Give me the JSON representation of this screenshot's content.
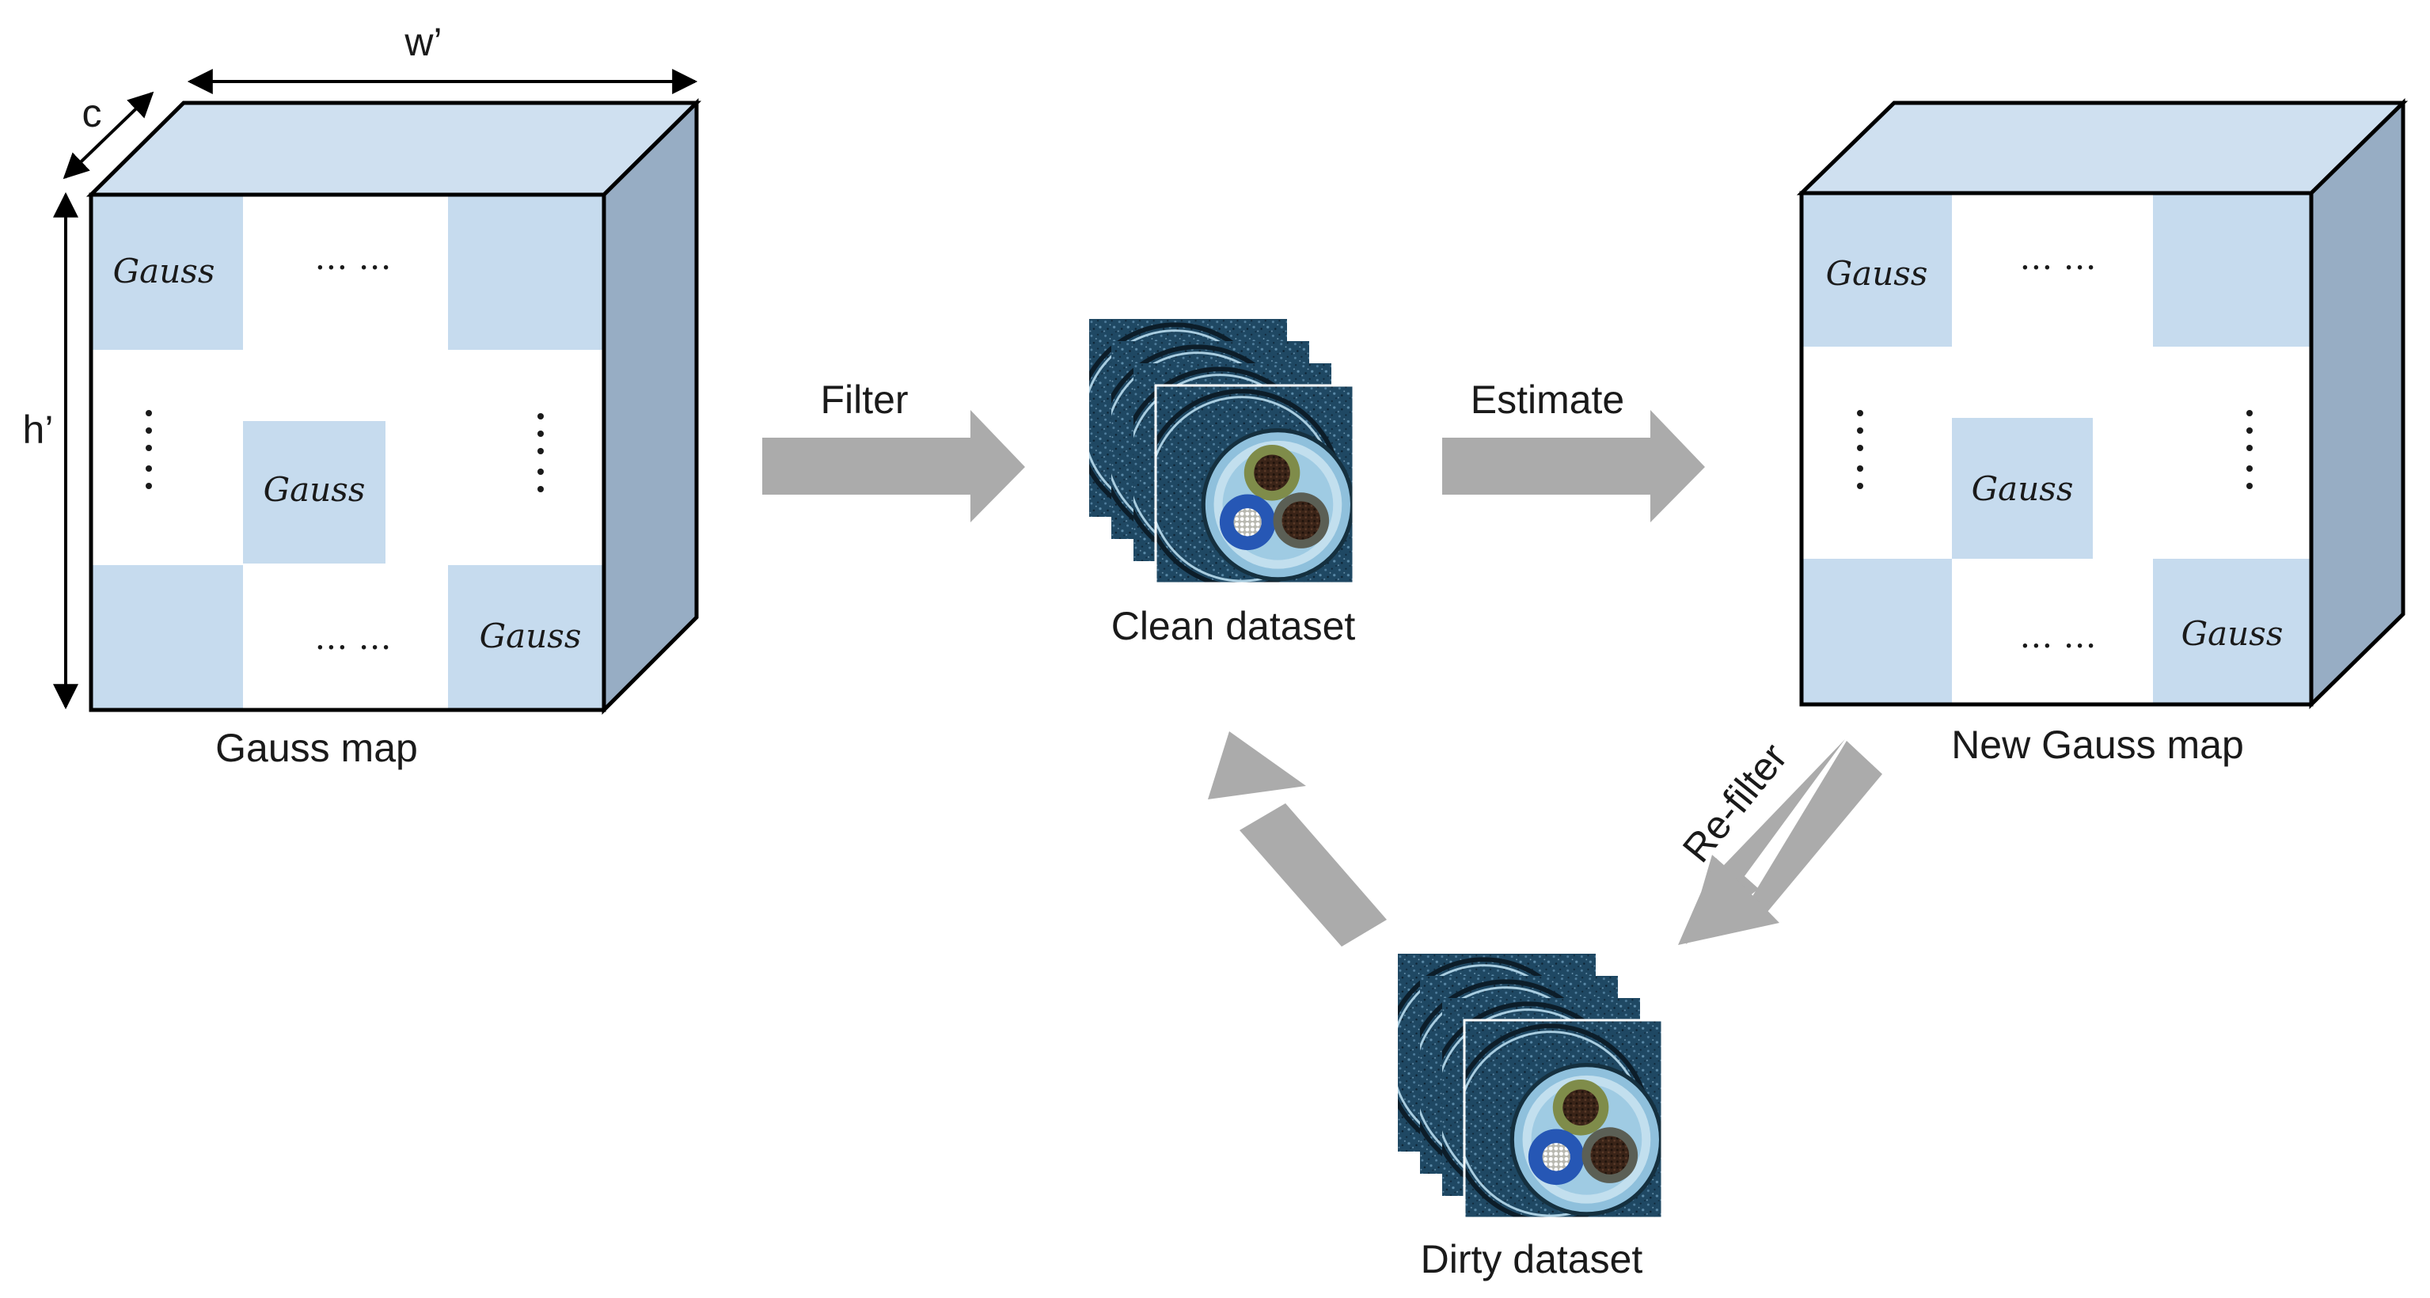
{
  "labels": {
    "width": "w’",
    "channel": "c",
    "height": "h’",
    "gauss_map": "Gauss map",
    "new_gauss_map": "New Gauss map",
    "filter": "Filter",
    "estimate": "Estimate",
    "refilter": "Re-filter",
    "clean_dataset": "Clean dataset",
    "dirty_dataset": "Dirty dataset"
  },
  "cell_text": {
    "gauss": "Gauss",
    "h_ellipsis": "… …",
    "v_ellipsis": "⋮"
  },
  "colors": {
    "cube_front": "#ffffff",
    "cube_top": "#cfe0f0",
    "cube_side": "#97adc4",
    "gauss_cell": "#c6dbee",
    "arrow": "#ababab",
    "cable_image_bg": "#1e4560"
  }
}
